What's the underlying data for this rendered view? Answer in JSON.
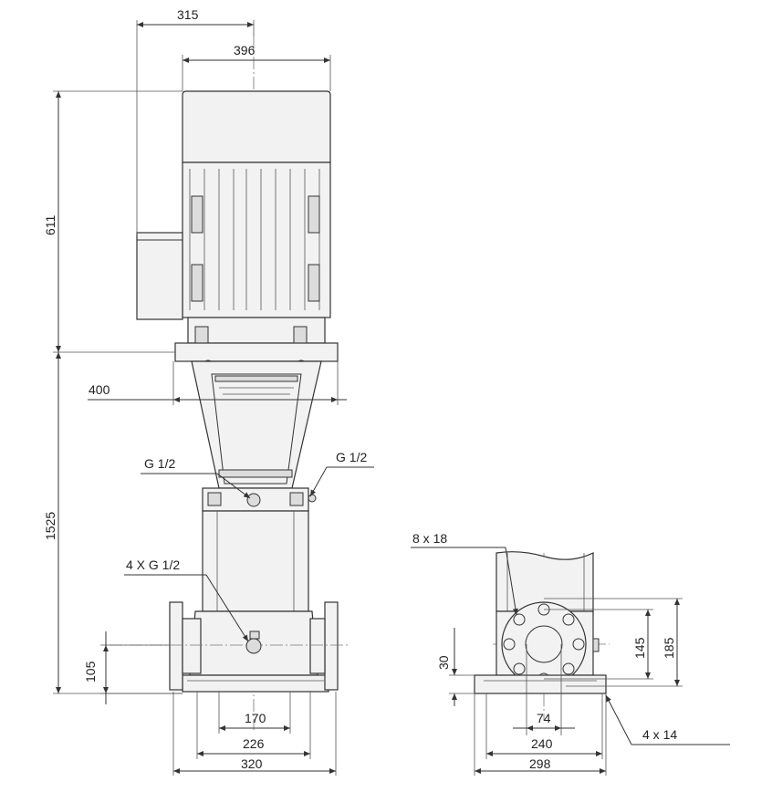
{
  "dimensions": {
    "width_315": "315",
    "width_396": "396",
    "height_611": "611",
    "width_400": "400",
    "height_1525": "1525",
    "height_105": "105",
    "width_170": "170",
    "width_226": "226",
    "width_320": "320",
    "height_30": "30",
    "width_74": "74",
    "width_240": "240",
    "width_298": "298",
    "height_145": "145",
    "height_185": "185"
  },
  "labels": {
    "port_left": "G 1/2",
    "port_right": "G 1/2",
    "ports_lower": "4 X G 1/2",
    "flange_holes": "8 x 18",
    "base_holes": "4 x 14"
  }
}
